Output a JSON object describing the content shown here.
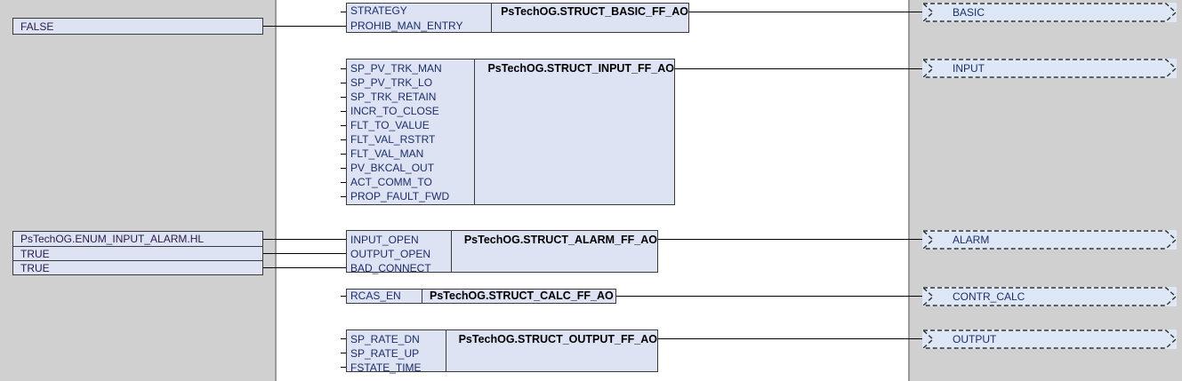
{
  "diagram": {
    "type": "function-block-diagram",
    "colors": {
      "block_fill": "#dde3f2",
      "block_border": "#3a3a3a",
      "margin_panel": "#d0d0d0",
      "pin_text": "#1d2d6b",
      "literal_text": "#2a1a4a",
      "wire": "#000000"
    }
  },
  "inputs": [
    {
      "name": "input-literal-false",
      "value": "FALSE"
    },
    {
      "name": "input-enum-input-alarm-hl",
      "value": "PsTechOG.ENUM_INPUT_ALARM.HL"
    },
    {
      "name": "input-literal-true-1",
      "value": "TRUE"
    },
    {
      "name": "input-literal-true-2",
      "value": "TRUE"
    }
  ],
  "blocks": [
    {
      "id": "basic",
      "title": "PsTechOG.STRUCT_BASIC_FF_AO",
      "pins": [
        "STRATEGY",
        "PROHIB_MAN_ENTRY"
      ]
    },
    {
      "id": "input",
      "title": "PsTechOG.STRUCT_INPUT_FF_AO",
      "pins": [
        "SP_PV_TRK_MAN",
        "SP_PV_TRK_LO",
        "SP_TRK_RETAIN",
        "INCR_TO_CLOSE",
        "FLT_TO_VALUE",
        "FLT_VAL_RSTRT",
        "FLT_VAL_MAN",
        "PV_BKCAL_OUT",
        "ACT_COMM_TO",
        "PROP_FAULT_FWD"
      ]
    },
    {
      "id": "alarm",
      "title": "PsTechOG.STRUCT_ALARM_FF_AO",
      "pins": [
        "INPUT_OPEN",
        "OUTPUT_OPEN",
        "BAD_CONNECT"
      ]
    },
    {
      "id": "calc",
      "title": "PsTechOG.STRUCT_CALC_FF_AO",
      "pins": [
        "RCAS_EN"
      ]
    },
    {
      "id": "output",
      "title": "PsTechOG.STRUCT_OUTPUT_FF_AO",
      "pins": [
        "SP_RATE_DN",
        "SP_RATE_UP",
        "FSTATE_TIME"
      ]
    }
  ],
  "outputs": [
    {
      "name": "output-flag-basic",
      "label": "BASIC"
    },
    {
      "name": "output-flag-input",
      "label": "INPUT"
    },
    {
      "name": "output-flag-alarm",
      "label": "ALARM"
    },
    {
      "name": "output-flag-contr-calc",
      "label": "CONTR_CALC"
    },
    {
      "name": "output-flag-output",
      "label": "OUTPUT"
    }
  ]
}
